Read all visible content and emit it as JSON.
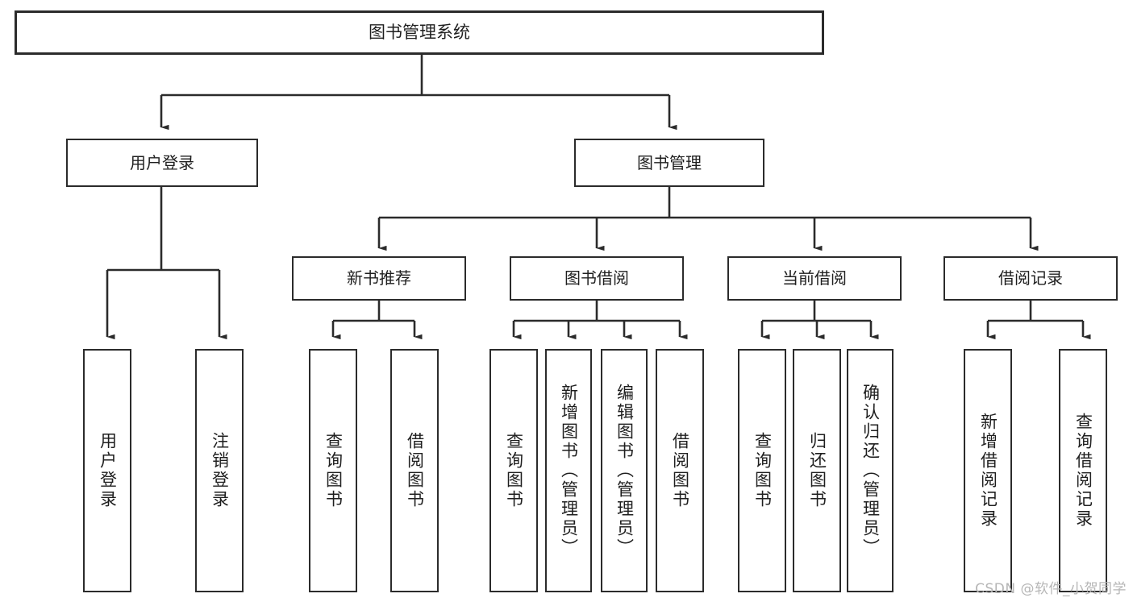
{
  "diagram": {
    "title": "图书管理系统",
    "watermark": "CSDN @软件_小贺同学",
    "stroke_color": "#2b2b2b",
    "background_color": "#ffffff",
    "text_color": "#1f1f1f",
    "watermark_color": "#b6b6b6"
  },
  "nodes": {
    "root": {
      "label": "图书管理系统"
    },
    "level2": [
      {
        "label": "用户登录"
      },
      {
        "label": "图书管理"
      }
    ],
    "level3": [
      {
        "label": "新书推荐"
      },
      {
        "label": "图书借阅"
      },
      {
        "label": "当前借阅"
      },
      {
        "label": "借阅记录"
      }
    ],
    "leaves": {
      "user_login": [
        {
          "label": "用户登录"
        },
        {
          "label": "注销登录"
        }
      ],
      "new_book_recommend": [
        {
          "label": "查询图书"
        },
        {
          "label": "借阅图书"
        }
      ],
      "book_borrow": [
        {
          "label": "查询图书"
        },
        {
          "label": "新增图书（管理员）"
        },
        {
          "label": "编辑图书（管理员）"
        },
        {
          "label": "借阅图书"
        }
      ],
      "current_borrow": [
        {
          "label": "查询图书"
        },
        {
          "label": "归还图书"
        },
        {
          "label": "确认归还（管理员）"
        }
      ],
      "borrow_record": [
        {
          "label": "新增借阅记录"
        },
        {
          "label": "查询借阅记录"
        }
      ]
    }
  },
  "chart_data": {
    "type": "diagram",
    "diagram_type": "tree",
    "title": "图书管理系统",
    "orientation": "top-down",
    "tree": {
      "label": "图书管理系统",
      "children": [
        {
          "label": "用户登录",
          "children": [
            {
              "label": "用户登录"
            },
            {
              "label": "注销登录"
            }
          ]
        },
        {
          "label": "图书管理",
          "children": [
            {
              "label": "新书推荐",
              "children": [
                {
                  "label": "查询图书"
                },
                {
                  "label": "借阅图书"
                }
              ]
            },
            {
              "label": "图书借阅",
              "children": [
                {
                  "label": "查询图书"
                },
                {
                  "label": "新增图书（管理员）"
                },
                {
                  "label": "编辑图书（管理员）"
                },
                {
                  "label": "借阅图书"
                }
              ]
            },
            {
              "label": "当前借阅",
              "children": [
                {
                  "label": "查询图书"
                },
                {
                  "label": "归还图书"
                },
                {
                  "label": "确认归还（管理员）"
                }
              ]
            },
            {
              "label": "借阅记录",
              "children": [
                {
                  "label": "新增借阅记录"
                },
                {
                  "label": "查询借阅记录"
                }
              ]
            }
          ]
        }
      ]
    }
  }
}
